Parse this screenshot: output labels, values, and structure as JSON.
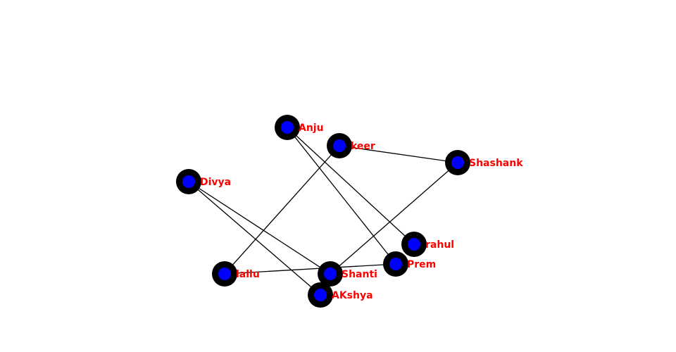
{
  "graph": {
    "node_outer_color": "#000000",
    "node_inner_color": "#0000ff",
    "edge_color": "#000000",
    "label_color": "#ff0000",
    "nodes": [
      {
        "id": "anju",
        "label": "Anju"
      },
      {
        "id": "keer",
        "label": "keer"
      },
      {
        "id": "shashank",
        "label": "Shashank"
      },
      {
        "id": "divya",
        "label": "Divya"
      },
      {
        "id": "rahul",
        "label": "rahul"
      },
      {
        "id": "prem",
        "label": "Prem"
      },
      {
        "id": "lallu",
        "label": "lallu"
      },
      {
        "id": "shanti",
        "label": "Shanti"
      },
      {
        "id": "akshya",
        "label": "AKshya"
      }
    ],
    "edges": [
      {
        "source": "anju",
        "target": "rahul"
      },
      {
        "source": "anju",
        "target": "prem"
      },
      {
        "source": "keer",
        "target": "shashank"
      },
      {
        "source": "keer",
        "target": "lallu"
      },
      {
        "source": "shashank",
        "target": "shanti"
      },
      {
        "source": "divya",
        "target": "shanti"
      },
      {
        "source": "divya",
        "target": "akshya"
      },
      {
        "source": "lallu",
        "target": "prem"
      }
    ]
  }
}
